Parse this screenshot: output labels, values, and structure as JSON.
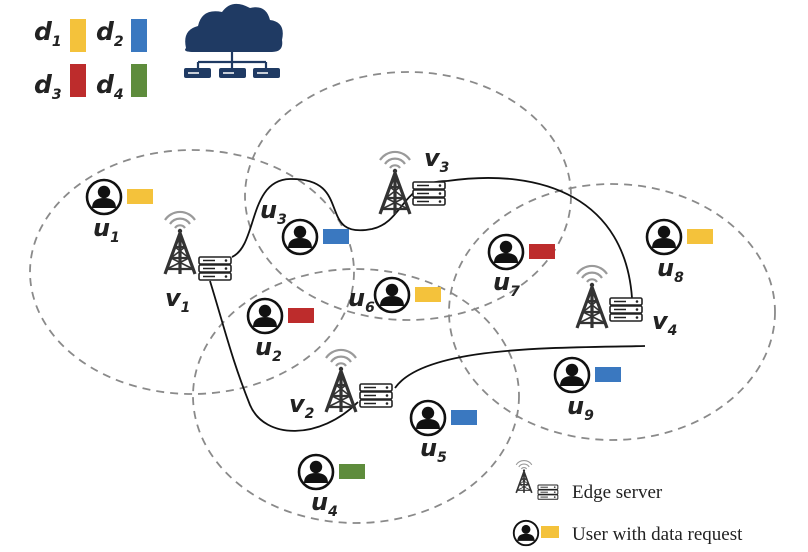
{
  "colors": {
    "d1": "#f4c23b",
    "d2": "#3a78c0",
    "d3": "#bd2c2c",
    "d4": "#5e8c3c",
    "cloud": "#1f3a63",
    "circle": "#8a8a8a"
  },
  "data_legend": [
    {
      "id": "d1",
      "main": "d",
      "sub": "1",
      "color_key": "d1"
    },
    {
      "id": "d2",
      "main": "d",
      "sub": "2",
      "color_key": "d2"
    },
    {
      "id": "d3",
      "main": "d",
      "sub": "3",
      "color_key": "d3"
    },
    {
      "id": "d4",
      "main": "d",
      "sub": "4",
      "color_key": "d4"
    }
  ],
  "icons": {
    "cloud": "cloud-server-icon",
    "tower": "antenna-tower-icon",
    "server": "edge-server-icon",
    "user": "user-avatar-icon"
  },
  "edge_servers": [
    {
      "id": "v1",
      "main": "v",
      "sub": "1"
    },
    {
      "id": "v2",
      "main": "v",
      "sub": "2"
    },
    {
      "id": "v3",
      "main": "v",
      "sub": "3"
    },
    {
      "id": "v4",
      "main": "v",
      "sub": "4"
    }
  ],
  "users": [
    {
      "id": "u1",
      "main": "u",
      "sub": "1",
      "request": "d1"
    },
    {
      "id": "u2",
      "main": "u",
      "sub": "2",
      "request": "d3"
    },
    {
      "id": "u3",
      "main": "u",
      "sub": "3",
      "request": "d2"
    },
    {
      "id": "u4",
      "main": "u",
      "sub": "4",
      "request": "d4"
    },
    {
      "id": "u5",
      "main": "u",
      "sub": "5",
      "request": "d2"
    },
    {
      "id": "u6",
      "main": "u",
      "sub": "6",
      "request": "d1"
    },
    {
      "id": "u7",
      "main": "u",
      "sub": "7",
      "request": "d3"
    },
    {
      "id": "u8",
      "main": "u",
      "sub": "8",
      "request": "d1"
    },
    {
      "id": "u9",
      "main": "u",
      "sub": "9",
      "request": "d2"
    }
  ],
  "links": [
    {
      "from": "v1",
      "to": "v3"
    },
    {
      "from": "v1",
      "to": "v2"
    },
    {
      "from": "v2",
      "to": "v4"
    },
    {
      "from": "v3",
      "to": "v4"
    }
  ],
  "legend": {
    "edge_server": "Edge server",
    "user_request": "User with data request",
    "user_request_color": "d1"
  }
}
